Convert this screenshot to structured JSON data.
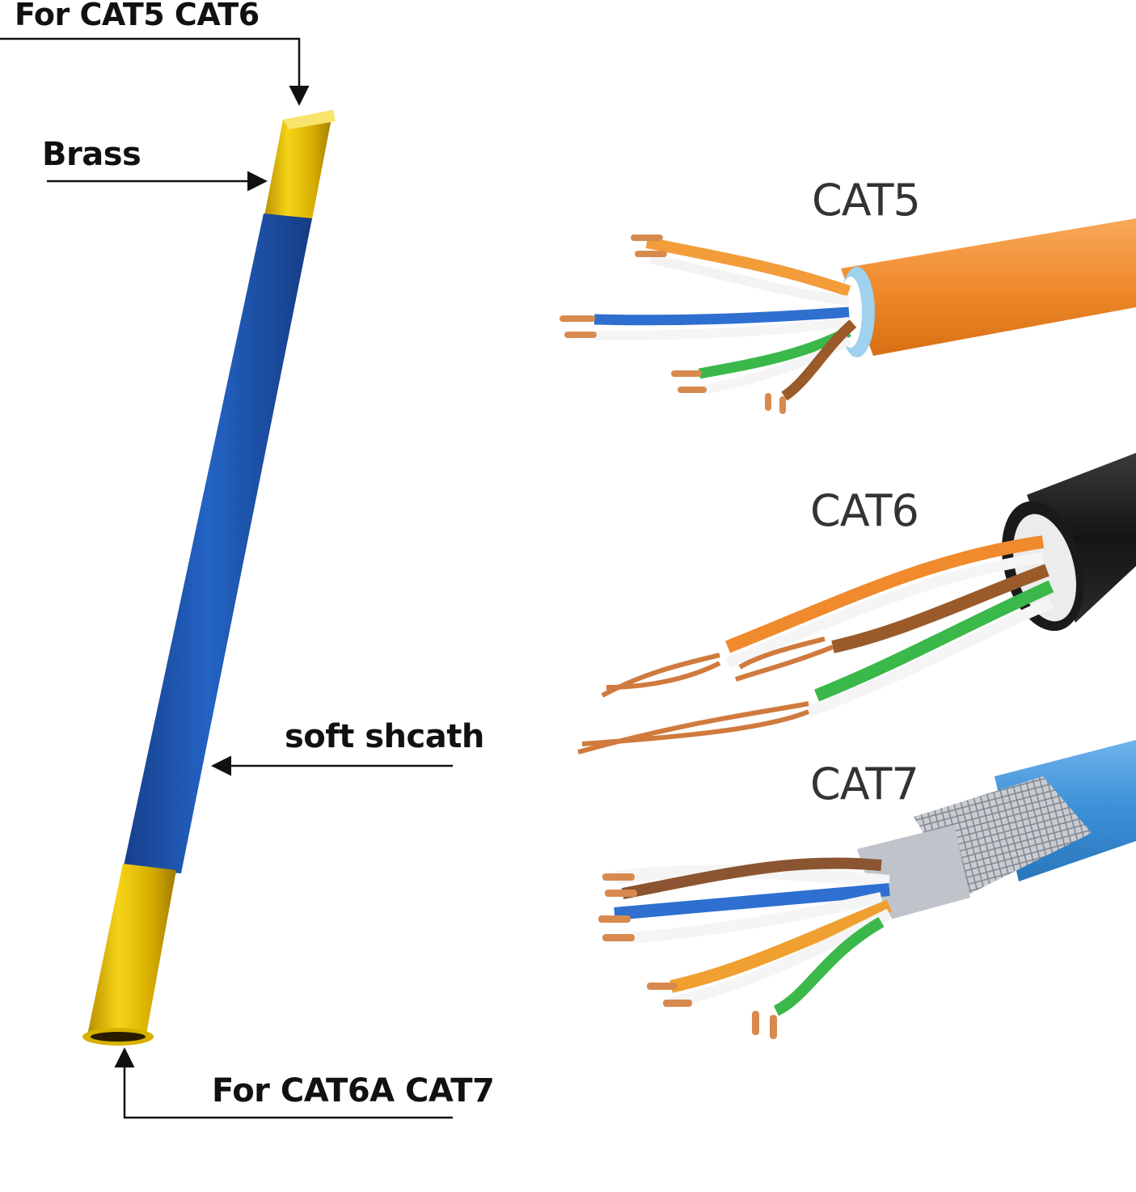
{
  "callouts": {
    "top_end": "For CAT5 CAT6",
    "brass": "Brass",
    "sheath": "soft shcath",
    "bottom_end": "For CAT6A CAT7"
  },
  "cables": {
    "cat5": "CAT5",
    "cat6": "CAT6",
    "cat7": "CAT7"
  },
  "colors": {
    "brass": "#d8b200",
    "sheath_blue": "#1f5bb5",
    "cat5_jacket": "#f08a2c",
    "cat6_jacket": "#1a1a1a",
    "cat7_jacket": "#3a8fd6",
    "copper": "#d88a4e"
  }
}
